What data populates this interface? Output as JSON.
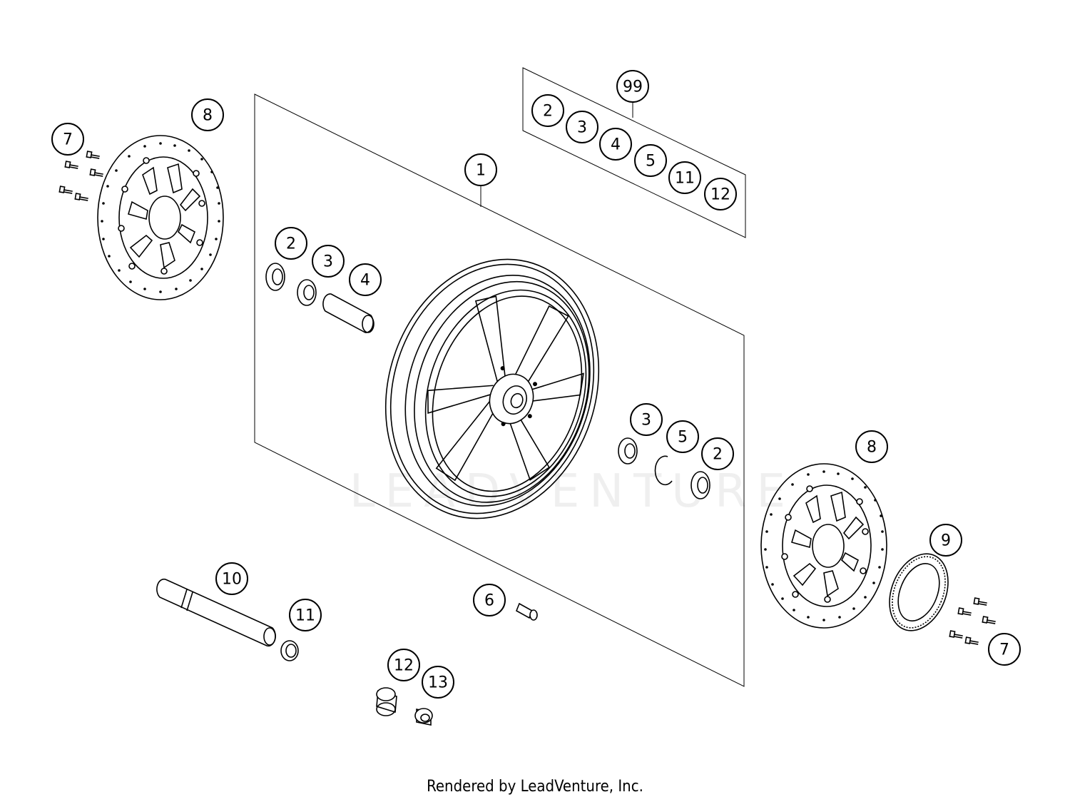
{
  "footer": "Rendered by LeadVenture, Inc.",
  "watermark": "LEADVENTURE",
  "callouts": [
    {
      "id": "c99",
      "label": "99"
    },
    {
      "id": "c1",
      "label": "1"
    },
    {
      "id": "c2a",
      "label": "2"
    },
    {
      "id": "c3a",
      "label": "3"
    },
    {
      "id": "c4a",
      "label": "4"
    },
    {
      "id": "c5a",
      "label": "5"
    },
    {
      "id": "c11a",
      "label": "11"
    },
    {
      "id": "c12a",
      "label": "12"
    },
    {
      "id": "c2b",
      "label": "2"
    },
    {
      "id": "c3b",
      "label": "3"
    },
    {
      "id": "c4b",
      "label": "4"
    },
    {
      "id": "c3c",
      "label": "3"
    },
    {
      "id": "c5b",
      "label": "5"
    },
    {
      "id": "c2c",
      "label": "2"
    },
    {
      "id": "c8a",
      "label": "8"
    },
    {
      "id": "c7a",
      "label": "7"
    },
    {
      "id": "c8b",
      "label": "8"
    },
    {
      "id": "c9",
      "label": "9"
    },
    {
      "id": "c7b",
      "label": "7"
    },
    {
      "id": "c6",
      "label": "6"
    },
    {
      "id": "c10",
      "label": "10"
    },
    {
      "id": "c11b",
      "label": "11"
    },
    {
      "id": "c12b",
      "label": "12"
    },
    {
      "id": "c13",
      "label": "13"
    }
  ]
}
